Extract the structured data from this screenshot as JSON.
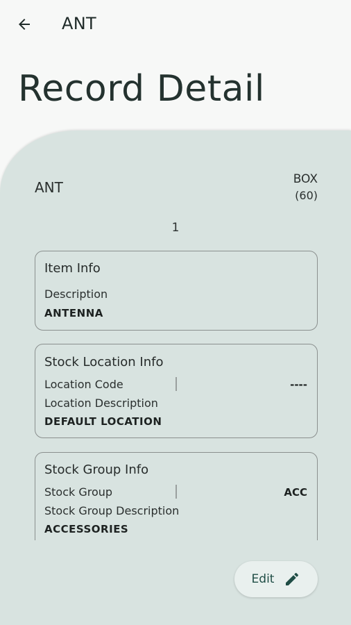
{
  "appbar": {
    "title": "ANT"
  },
  "page": {
    "title": "Record Detail"
  },
  "record": {
    "code": "ANT",
    "unit": "BOX",
    "unit_qty": "(60)",
    "count": "1"
  },
  "item_info": {
    "title": "Item Info",
    "description_label": "Description",
    "description_value": "ANTENNA"
  },
  "stock_location_info": {
    "title": "Stock Location Info",
    "location_code_label": "Location Code",
    "location_code_value": "----",
    "location_description_label": "Location Description",
    "location_description_value": "DEFAULT LOCATION"
  },
  "stock_group_info": {
    "title": "Stock Group Info",
    "stock_group_label": "Stock Group",
    "stock_group_value": "ACC",
    "stock_group_description_label": "Stock Group Description",
    "stock_group_description_value": "ACCESSORIES"
  },
  "fab": {
    "label": "Edit"
  },
  "icons": {
    "back": "arrow-left-icon",
    "edit": "pencil-icon"
  },
  "colors": {
    "sheet": "#d8e3e0",
    "accent": "#1f4d45"
  }
}
